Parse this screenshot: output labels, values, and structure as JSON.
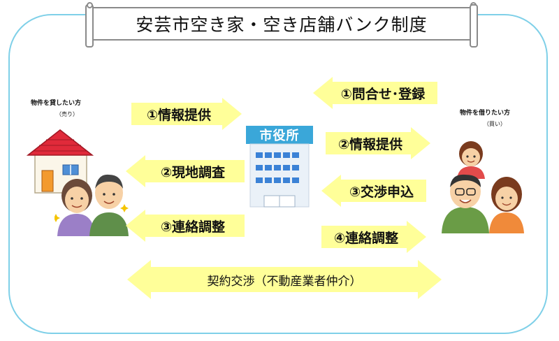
{
  "title": "安芸市空き家・空き店舗バンク制度",
  "seller": {
    "label": "物件を貸したい方",
    "sub": "（売り）"
  },
  "buyer": {
    "label": "物件を借りたい方",
    "sub": "（買い）"
  },
  "city_office": "市役所",
  "arrows": {
    "seller_to_office": "①情報提供",
    "office_to_seller_2": "②現地調査",
    "office_to_seller_3": "③連絡調整",
    "buyer_to_office_1": "①問合せ･登録",
    "office_to_buyer_2": "②情報提供",
    "buyer_to_office_3": "③交渉申込",
    "office_to_buyer_4": "④連絡調整",
    "negotiation": "契約交渉（不動産業者仲介）"
  },
  "colors": {
    "arrow_fill": "#ffff99",
    "frame": "#7fd0e8",
    "building_label": "#3aa7d9",
    "window": "#3b82d6"
  }
}
